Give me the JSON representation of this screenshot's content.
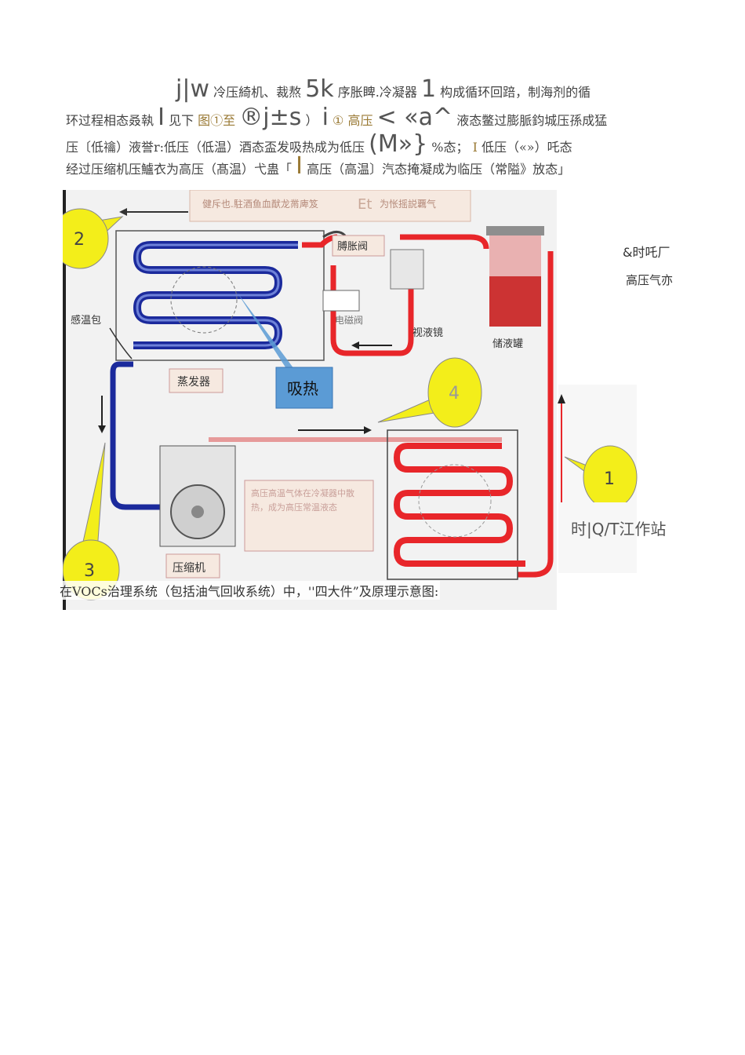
{
  "paragraph": {
    "line1": {
      "a": "j|w",
      "b": "冷压綺机、裁熬",
      "c": "5k",
      "d": "序胀睥.冷凝器",
      "e": "1",
      "f": "构成循环回踣，制海剂的循"
    },
    "line2": {
      "a": "环过程相态叒執",
      "b": "I",
      "c": "见下",
      "d": "图①至",
      "e": "®j±s",
      "f": "）",
      "g": "i",
      "h": "① 高压",
      "i": "< «a^",
      "j": "液态鳖过膨脈鈞城压孫成猛"
    },
    "line3": {
      "a": "压〔低禴）液誉r:低压（低温）酒态盃发吸热成为低压",
      "b": "(M»}",
      "c": "%态；",
      "d": "I",
      "e": "低压（«»）吒态"
    },
    "line4": {
      "a": "经过压缩机压鱸衣为高压（髙温）弋蛊「",
      "b": "I",
      "c": "高压（高温〕汽态掩凝成为临压（常隘》放态」"
    }
  },
  "diagram": {
    "top_banner": "健斥也.駐酒鱼血猷龙黹庳笈",
    "top_banner_big": "Et",
    "top_banner_tail": "为怅摇説覊气",
    "expansion_valve": "膊胀阀",
    "solenoid_valve": "电磁阀",
    "sight_glass": "视液镜",
    "receiver": "储液罐",
    "temp_bulb": "感温包",
    "evaporator": "蒸发器",
    "absorb_heat": "吸热",
    "compressor": "压缩机",
    "condenser_note": "高压高温气体在冷凝器中散热，成为高压常温液态",
    "callouts": [
      "1",
      "2",
      "3",
      "4"
    ]
  },
  "side_labels": {
    "label1": "&时吒厂",
    "label2": "高压气亦",
    "label3": "时|Q/T江作站"
  },
  "caption": "在VOCs治理系统（包括油气回收系统）中，''四大件”及原理示意图:",
  "colors": {
    "hot_pipe": "#e8262a",
    "cold_pipe": "#1b2a9c",
    "callout": "#f3ee1a",
    "absorb_box": "#5b9bd5"
  }
}
